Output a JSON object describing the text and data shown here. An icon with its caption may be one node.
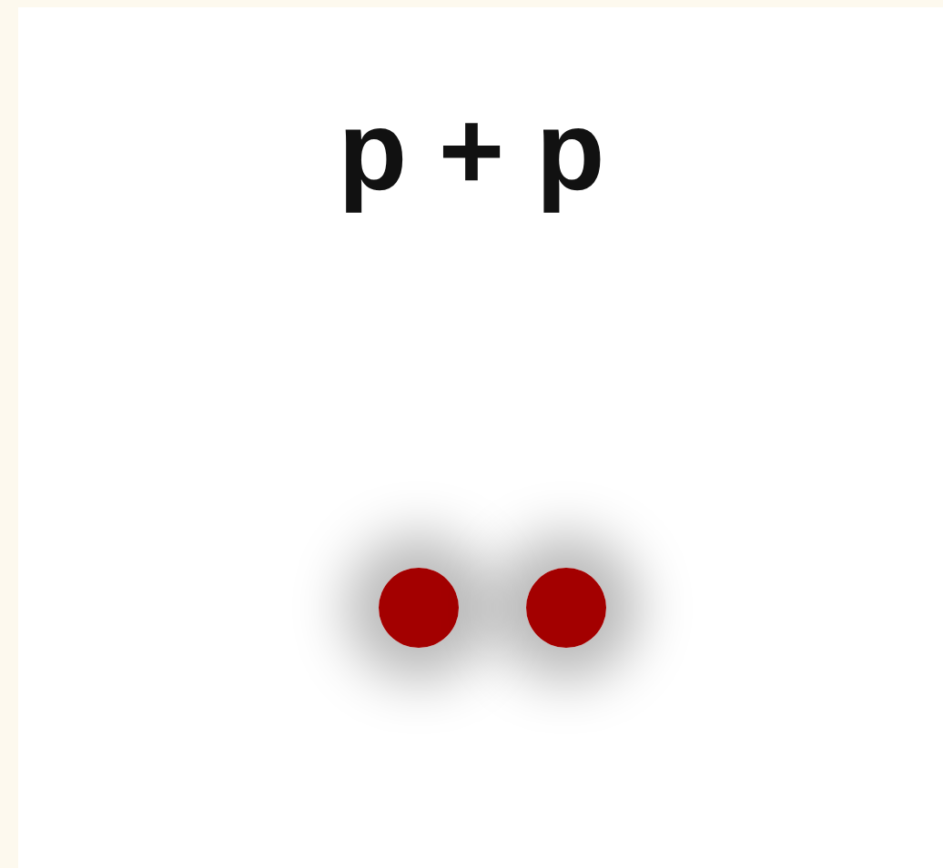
{
  "diagram": {
    "title": "p + p",
    "nodes": [
      {
        "text": [],
        "shape": "circle"
      },
      {
        "text": [],
        "shape": "circle"
      }
    ]
  }
}
